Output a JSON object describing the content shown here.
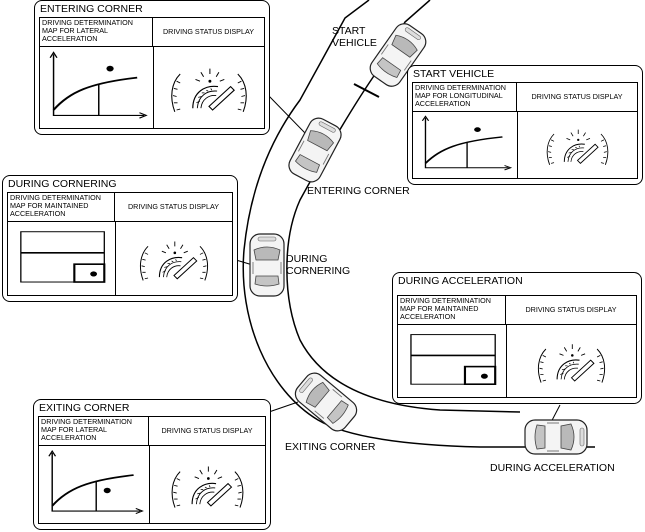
{
  "panels": {
    "entering_corner": {
      "title": "ENTERING CORNER",
      "map_header": "DRIVING DETERMINATION MAP FOR LATERAL ACCELERATION",
      "status_header": "DRIVING STATUS DISPLAY"
    },
    "start_vehicle": {
      "title": "START VEHICLE",
      "map_header": "DRIVING DETERMINATION MAP FOR LONGITUDINAL ACCELERATION",
      "status_header": "DRIVING STATUS DISPLAY"
    },
    "during_cornering": {
      "title": "DURING CORNERING",
      "map_header": "DRIVING DETERMINATION MAP FOR MAINTAINED ACCELERATION",
      "status_header": "DRIVING STATUS DISPLAY"
    },
    "during_acceleration": {
      "title": "DURING ACCELERATION",
      "map_header": "DRIVING DETERMINATION MAP FOR MAINTAINED ACCELERATION",
      "status_header": "DRIVING STATUS DISPLAY"
    },
    "exiting_corner": {
      "title": "EXITING CORNER",
      "map_header": "DRIVING DETERMINATION MAP FOR LATERAL ACCELERATION",
      "status_header": "DRIVING STATUS DISPLAY"
    }
  },
  "road_labels": {
    "start_vehicle": "START VEHICLE",
    "entering_corner": "ENTERING CORNER",
    "during_cornering": "DURING CORNERING",
    "exiting_corner": "EXITING CORNER",
    "during_acceleration": "DURING ACCELERATION"
  }
}
